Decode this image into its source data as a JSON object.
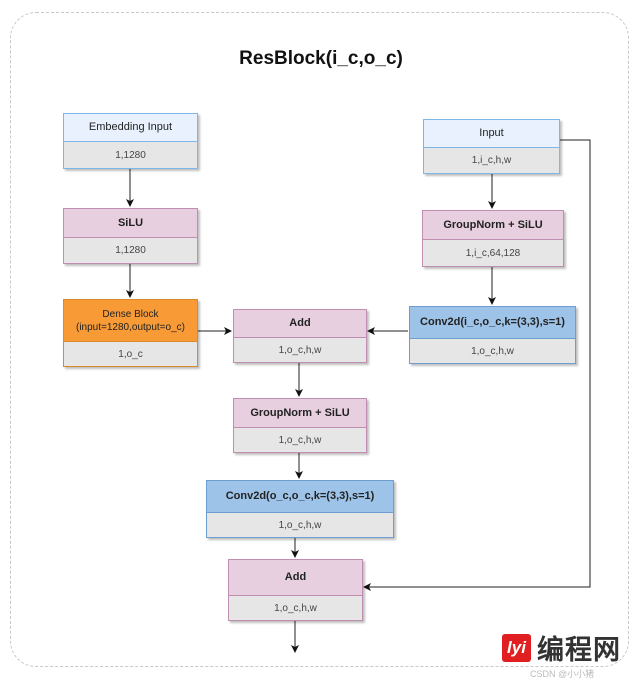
{
  "title": "ResBlock(i_c,o_c)",
  "nodes": {
    "embedding_input": {
      "label": "Embedding Input",
      "shape": "1,1280"
    },
    "silu": {
      "label": "SiLU",
      "shape": "1,1280"
    },
    "dense_block": {
      "label_line1": "Dense Block",
      "label_line2": "(input=1280,output=o_c)",
      "shape": "1,o_c"
    },
    "input": {
      "label": "Input",
      "shape": "1,i_c,h,w"
    },
    "groupnorm_silu_1": {
      "label": "GroupNorm + SiLU",
      "shape": "1,i_c,64,128"
    },
    "conv2d_1": {
      "label": "Conv2d(i_c,o_c,k=(3,3),s=1)",
      "shape": "1,o_c,h,w"
    },
    "add_1": {
      "label": "Add",
      "shape": "1,o_c,h,w"
    },
    "groupnorm_silu_2": {
      "label": "GroupNorm + SiLU",
      "shape": "1,o_c,h,w"
    },
    "conv2d_2": {
      "label": "Conv2d(o_c,o_c,k=(3,3),s=1)",
      "shape": "1,o_c,h,w"
    },
    "add_2": {
      "label": "Add",
      "shape": "1,o_c,h,w"
    }
  },
  "edges": [
    {
      "from": "embedding_input",
      "to": "silu"
    },
    {
      "from": "silu",
      "to": "dense_block"
    },
    {
      "from": "dense_block",
      "to": "add_1"
    },
    {
      "from": "input",
      "to": "groupnorm_silu_1"
    },
    {
      "from": "groupnorm_silu_1",
      "to": "conv2d_1"
    },
    {
      "from": "conv2d_1",
      "to": "add_1"
    },
    {
      "from": "add_1",
      "to": "groupnorm_silu_2"
    },
    {
      "from": "groupnorm_silu_2",
      "to": "conv2d_2"
    },
    {
      "from": "conv2d_2",
      "to": "add_2"
    },
    {
      "from": "input",
      "to": "add_2",
      "type": "skip-connection"
    },
    {
      "from": "add_2",
      "to": "output"
    }
  ],
  "watermark": {
    "logo": "lyi",
    "text": "编程网",
    "credit": "CSDN @小小猪"
  }
}
